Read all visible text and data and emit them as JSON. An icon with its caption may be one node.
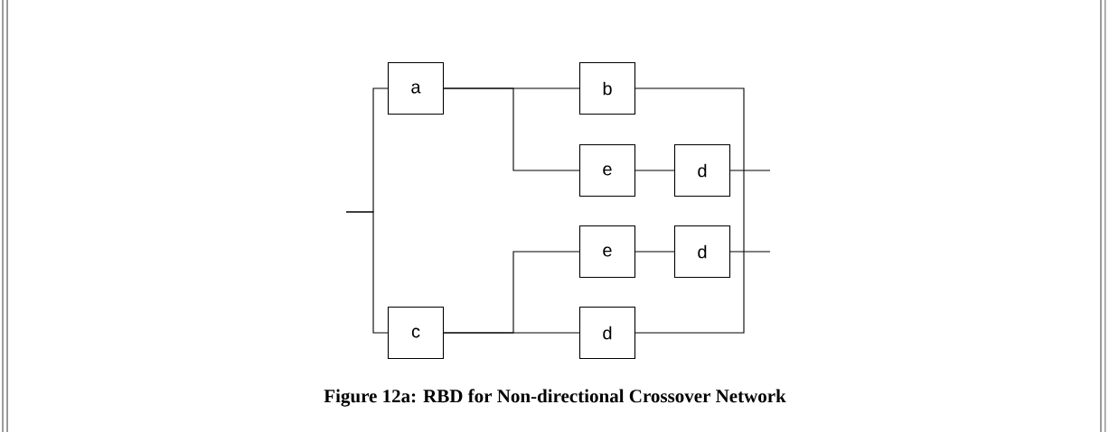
{
  "diagram": {
    "caption": "Figure 12a: RBD for Non-directional Crossover Network",
    "nodes": [
      {
        "text": [
          "a"
        ]
      },
      {
        "text": [
          "b"
        ]
      },
      {
        "text": [
          "e"
        ]
      },
      {
        "text": [
          "d"
        ]
      },
      {
        "text": [
          "e"
        ]
      },
      {
        "text": [
          "d"
        ]
      },
      {
        "text": [
          "c"
        ]
      },
      {
        "text": [
          "d"
        ]
      }
    ],
    "edges": [
      {
        "from": null,
        "to": 0,
        "arrow": "none"
      },
      {
        "from": null,
        "to": 6,
        "arrow": "none"
      },
      {
        "from": 0,
        "to": 1,
        "arrow": "none"
      },
      {
        "from": 0,
        "to": 2,
        "arrow": "none"
      },
      {
        "from": 2,
        "to": 3,
        "arrow": "none"
      },
      {
        "from": 3,
        "to": null,
        "arrow": "none"
      },
      {
        "from": 6,
        "to": 4,
        "arrow": "none"
      },
      {
        "from": 6,
        "to": 7,
        "arrow": "none"
      },
      {
        "from": 4,
        "to": 5,
        "arrow": "none"
      },
      {
        "from": 5,
        "to": null,
        "arrow": "none"
      },
      {
        "from": 1,
        "to": 7,
        "arrow": "none"
      }
    ]
  }
}
